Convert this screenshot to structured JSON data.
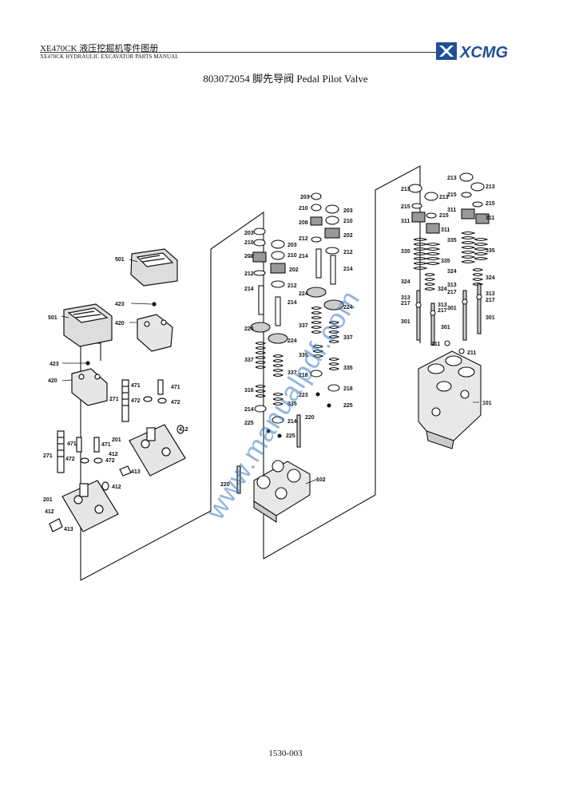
{
  "header": {
    "title": "XE470CK  液压挖掘机零件图册",
    "subtitle": "XE470CK HYDRAULIC EXCAVATOR PARTS MANUAL",
    "logo_text": "XCMG",
    "logo_color": "#1f4f9a"
  },
  "heading": "803072054 脚先导阀  Pedal Pilot Valve",
  "watermark": "www.manualpdf.com",
  "watermark_color": "#3a78c8",
  "page_number": "1530-003",
  "callouts": {
    "c501": "501",
    "c423": "423",
    "c420": "420",
    "c471": "471",
    "c472": "472",
    "c271": "271",
    "c201": "201",
    "c412": "412",
    "c413": "413",
    "c203": "203",
    "c210": "210",
    "c208": "208",
    "c202": "202",
    "c212": "212",
    "c214": "214",
    "c224": "224",
    "c337": "337",
    "c335": "335",
    "c218": "218",
    "c316": "316",
    "c223": "223",
    "c225": "225",
    "c220": "220",
    "c102": "102",
    "c213": "213",
    "c215": "215",
    "c311": "311",
    "c324": "324",
    "c313": "313",
    "c217": "217",
    "c301": "301",
    "c211": "211",
    "c101": "101"
  }
}
